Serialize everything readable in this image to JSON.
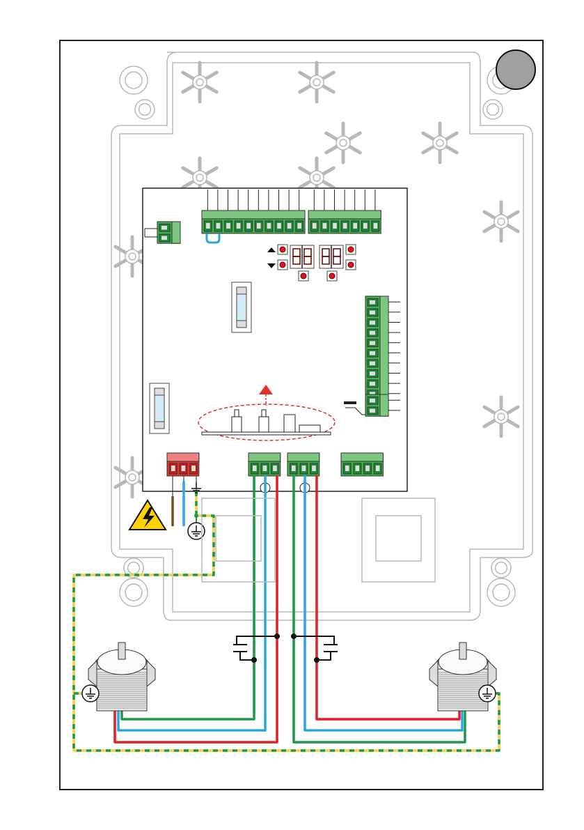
{
  "diagram": {
    "description_type": "wiring-diagram",
    "colors": {
      "frame": "#222222",
      "enclosure": "#b8b8b8",
      "terminal_green": "#3fae49",
      "terminal_light": "#7cc67f",
      "terminal_red": "#e2312c",
      "wire_green": "#1a9a48",
      "wire_blue": "#29a8e0",
      "wire_red": "#e21f26",
      "wire_brown": "#7b4a1e",
      "wire_earth_yellow": "#f4d03f",
      "wire_earth_green": "#1a9a48",
      "led_red": "#e0141e",
      "badge_gray": "#a0a0a0",
      "warning_yellow": "#ffd200",
      "highlight_red": "#e2312c"
    },
    "top_terminal_block_a_count": 10,
    "top_terminal_block_b_count": 7,
    "right_terminal_block_count": 10,
    "motors": 2
  }
}
